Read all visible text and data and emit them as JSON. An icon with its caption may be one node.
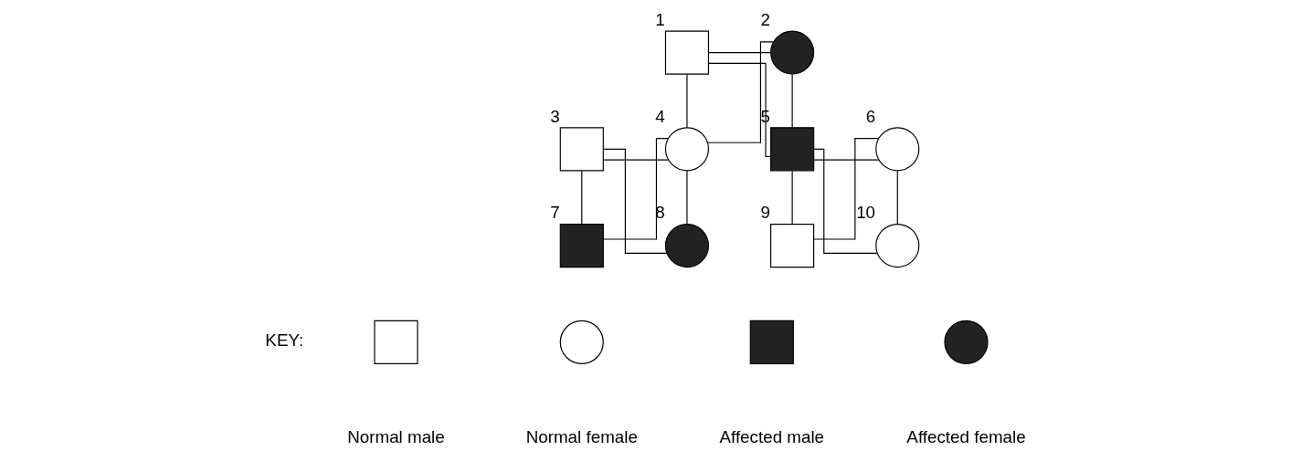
{
  "diagram": {
    "nodes": [
      {
        "text": [],
        "shape": "box",
        "beside": [
          "1"
        ]
      },
      {
        "text": [],
        "shape": "circle",
        "beside": [
          "2"
        ]
      },
      {
        "text": [],
        "shape": "box",
        "beside": [
          "3"
        ]
      },
      {
        "text": [],
        "shape": "circle",
        "beside": [
          "4"
        ]
      },
      {
        "text": [],
        "shape": "box",
        "beside": [
          "5"
        ]
      },
      {
        "text": [],
        "shape": "circle",
        "beside": [
          "6"
        ]
      },
      {
        "text": [],
        "shape": "box",
        "beside": [
          "7"
        ]
      },
      {
        "text": [],
        "shape": "circle",
        "beside": [
          "8"
        ]
      },
      {
        "text": [],
        "shape": "box",
        "beside": [
          "9"
        ]
      },
      {
        "text": [],
        "shape": "circle",
        "beside": [
          "10"
        ]
      },
      {
        "text": [],
        "shape": "box",
        "beside": [
          "Normal male"
        ]
      },
      {
        "text": [],
        "shape": "circle",
        "beside": [
          "Normal female"
        ]
      },
      {
        "text": [],
        "shape": "box",
        "beside": [
          "Affected male"
        ]
      },
      {
        "text": [],
        "shape": "circle",
        "beside": [
          "Affected female"
        ]
      }
    ],
    "edges": [
      {
        "from": 0,
        "to": 1,
        "arrow": "none"
      },
      {
        "from": 0,
        "to": 3,
        "arrow": "none"
      },
      {
        "from": 1,
        "to": 3,
        "arrow": "none"
      },
      {
        "from": 0,
        "to": 4,
        "arrow": "none"
      },
      {
        "from": 1,
        "to": 4,
        "arrow": "none"
      },
      {
        "from": 2,
        "to": 3,
        "arrow": "none"
      },
      {
        "from": 4,
        "to": 5,
        "arrow": "none"
      },
      {
        "from": 2,
        "to": 6,
        "arrow": "none"
      },
      {
        "from": 3,
        "to": 6,
        "arrow": "none"
      },
      {
        "from": 2,
        "to": 7,
        "arrow": "none"
      },
      {
        "from": 3,
        "to": 7,
        "arrow": "none"
      },
      {
        "from": 4,
        "to": 8,
        "arrow": "none"
      },
      {
        "from": 5,
        "to": 8,
        "arrow": "none"
      },
      {
        "from": 4,
        "to": 9,
        "arrow": "none"
      },
      {
        "from": 5,
        "to": 9,
        "arrow": "none"
      }
    ],
    "labels": [
      "KEY:"
    ]
  }
}
